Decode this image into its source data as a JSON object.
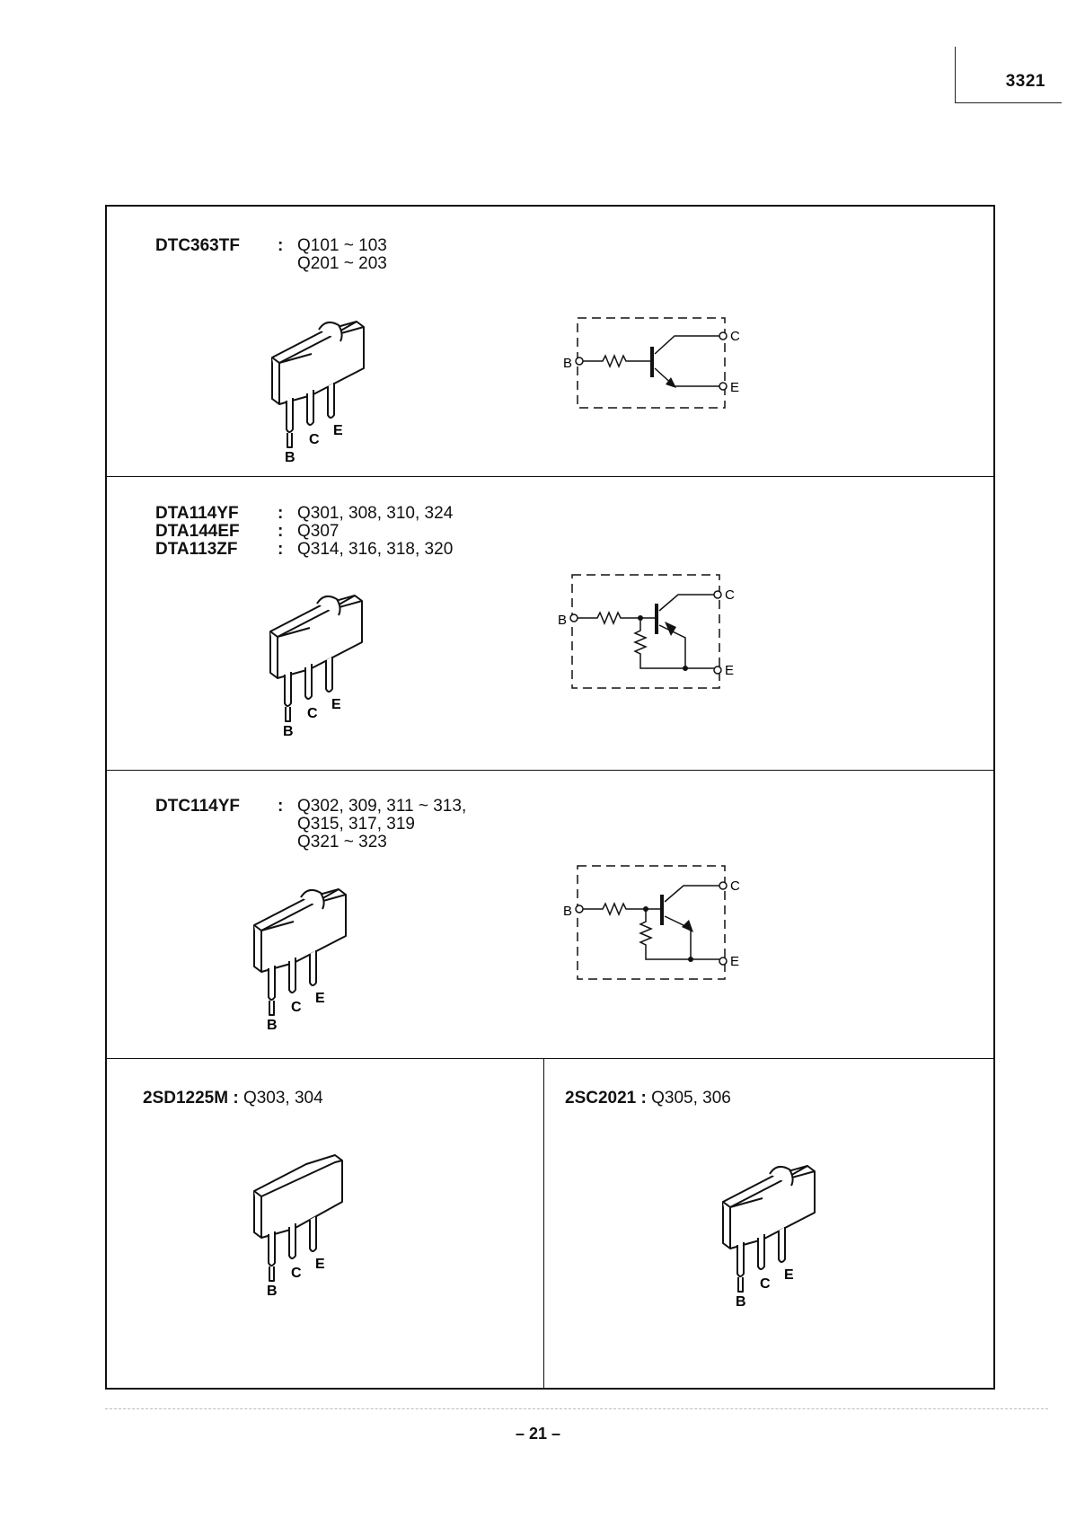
{
  "header": {
    "doc_number": "3321"
  },
  "sections": [
    {
      "entries": [
        {
          "part": "DTC363TF",
          "refs": [
            "Q101 ~ 103",
            "Q201 ~ 203"
          ]
        }
      ],
      "pins": [
        "B",
        "C",
        "E"
      ],
      "schematic": {
        "labels": [
          "B",
          "C",
          "E"
        ],
        "type": "single-resistor"
      }
    },
    {
      "entries": [
        {
          "part": "DTA114YF",
          "refs": [
            "Q301, 308, 310, 324"
          ]
        },
        {
          "part": "DTA144EF",
          "refs": [
            "Q307"
          ]
        },
        {
          "part": "DTA113ZF",
          "refs": [
            "Q314, 316, 318, 320"
          ]
        }
      ],
      "pins": [
        "B",
        "C",
        "E"
      ],
      "schematic": {
        "labels": [
          "B",
          "C",
          "E"
        ],
        "type": "dual-resistor"
      }
    },
    {
      "entries": [
        {
          "part": "DTC114YF",
          "refs": [
            "Q302, 309, 311 ~ 313,",
            "Q315, 317, 319",
            "Q321 ~ 323"
          ]
        }
      ],
      "pins": [
        "B",
        "C",
        "E"
      ],
      "schematic": {
        "labels": [
          "B",
          "C",
          "E"
        ],
        "type": "dual-resistor"
      }
    }
  ],
  "bottom_left": {
    "part": "2SD1225M",
    "refs": "Q303, 304",
    "pins": [
      "B",
      "C",
      "E"
    ]
  },
  "bottom_right": {
    "part": "2SC2021",
    "refs": "Q305, 306",
    "pins": [
      "B",
      "C",
      "E"
    ]
  },
  "footer": {
    "page_number": "– 21 –"
  }
}
